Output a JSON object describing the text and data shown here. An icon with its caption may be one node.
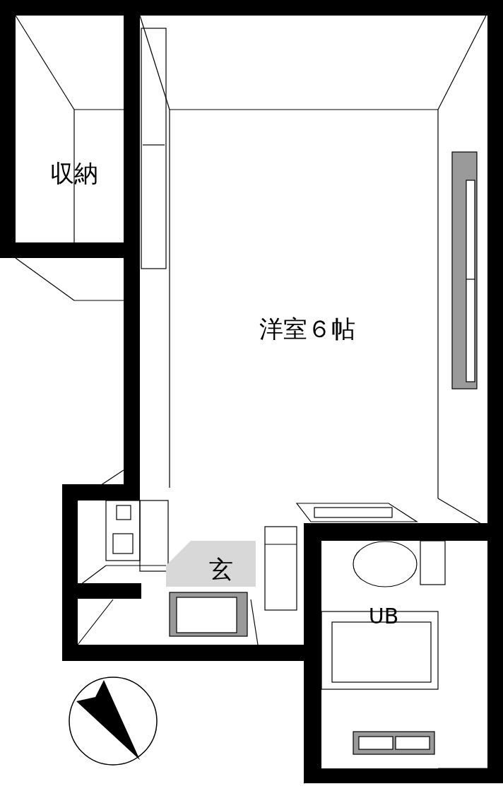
{
  "diagram": {
    "labels": [
      "収納",
      "洋室６帖",
      "玄",
      "UB"
    ]
  }
}
